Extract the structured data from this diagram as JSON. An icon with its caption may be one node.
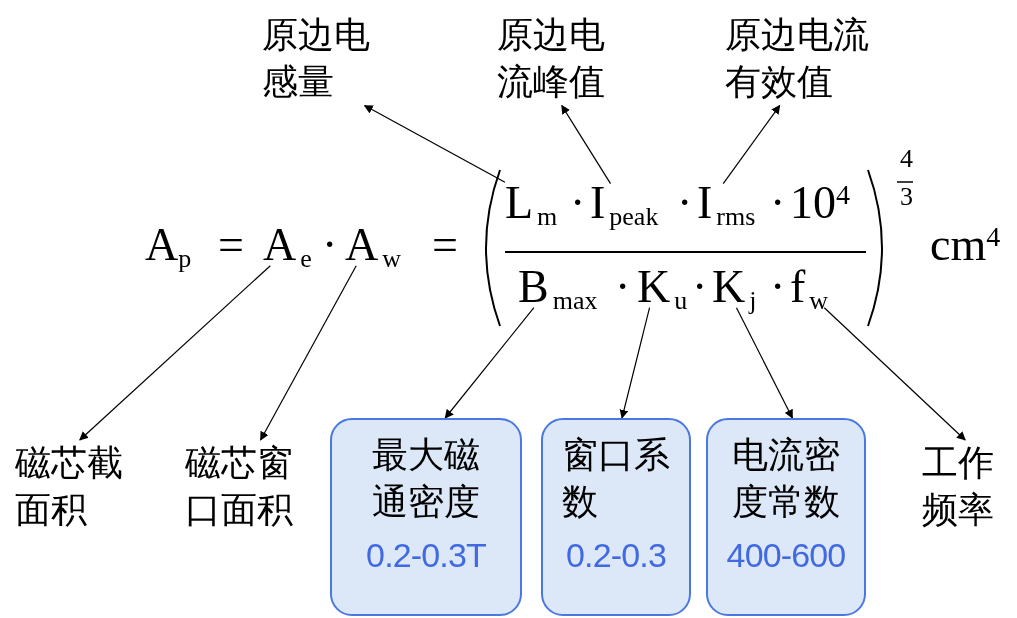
{
  "diagram": {
    "nodes": [
      {
        "text": [
          "原边电感量"
        ]
      },
      {
        "text": [
          "原边电流峰值"
        ]
      },
      {
        "text": [
          "原边电流有效值"
        ]
      },
      {
        "text": [
          "L$_{m}$"
        ]
      },
      {
        "text": [
          "I$_{peak}$"
        ]
      },
      {
        "text": [
          "I$_{rms}$"
        ]
      },
      {
        "text": [
          "A$_{e}$"
        ]
      },
      {
        "text": [
          "A$_{w}$"
        ]
      },
      {
        "text": [
          "B$_{max}$"
        ]
      },
      {
        "text": [
          "K$_{u}$"
        ]
      },
      {
        "text": [
          "K$_{j}$"
        ]
      },
      {
        "text": [
          "f$_{w}$"
        ]
      },
      {
        "text": [
          "磁芯截面积"
        ]
      },
      {
        "text": [
          "磁芯窗口面积"
        ]
      },
      {
        "text": [
          "最大磁通密度",
          "0.2-0.3T"
        ]
      },
      {
        "text": [
          "窗口系数",
          "0.2-0.3"
        ]
      },
      {
        "text": [
          "电流密度常数",
          "400-600"
        ]
      },
      {
        "text": [
          "工作频率"
        ]
      }
    ],
    "edges": [
      {
        "from": 3,
        "to": 0,
        "arrow": "to"
      },
      {
        "from": 4,
        "to": 1,
        "arrow": "to"
      },
      {
        "from": 5,
        "to": 2,
        "arrow": "to"
      },
      {
        "from": 6,
        "to": 12,
        "arrow": "to"
      },
      {
        "from": 7,
        "to": 13,
        "arrow": "to"
      },
      {
        "from": 8,
        "to": 14,
        "arrow": "to"
      },
      {
        "from": 9,
        "to": 15,
        "arrow": "to"
      },
      {
        "from": 10,
        "to": 16,
        "arrow": "to"
      },
      {
        "from": 11,
        "to": 17,
        "arrow": "to"
      }
    ],
    "labels": [
      "A$_{p}$",
      "=",
      "·",
      "=",
      "·",
      "·",
      "·",
      "10$^{4}$",
      "·",
      "·",
      "·",
      "4",
      "3",
      "cm$^{4}$"
    ]
  }
}
